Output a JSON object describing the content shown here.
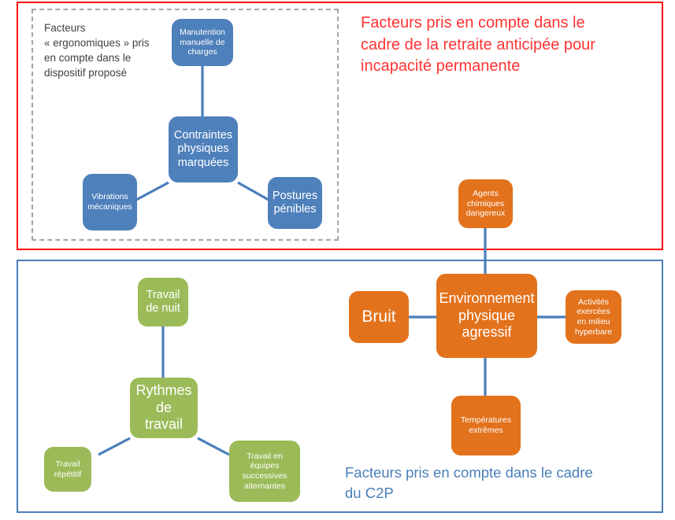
{
  "frames": {
    "top": {
      "name": "retraite-anticipee-frame",
      "border_color": "#FF0000",
      "caption": "Facteurs pris en compte dans le\ncadre de la retraite anticipée pour\nincapacité permanente",
      "caption_color": "#FF3333"
    },
    "bottom": {
      "name": "c2p-frame",
      "border_color": "#4A7EBB",
      "caption": "Facteurs pris en compte dans le cadre\ndu C2P",
      "caption_color": "#4A7EBB"
    },
    "dashed": {
      "name": "ergonomic-dashed-box",
      "border_color": "#A6A6A6",
      "caption": "Facteurs\n« ergonomiques » pris\nen compte dans le\ndispositif proposé",
      "caption_color": "#404040"
    }
  },
  "palette": {
    "blue": "#4E80BB",
    "orange": "#E3721C",
    "green": "#9BBB59",
    "connector": "#4A7EBB",
    "red": "#FF0000"
  },
  "clusters": [
    {
      "id": "contraintes-physiques",
      "color": "blue",
      "center_label": "Contraintes\nphysiques\nmarquées",
      "leaves": [
        "Manutention\nmanuelle de\ncharges",
        "Vibrations\nmécaniques",
        "Postures\npénibles"
      ]
    },
    {
      "id": "environnement-physique-agressif",
      "color": "orange",
      "center_label": "Environnement\nphysique\nagressif",
      "leaves": [
        "Agents\nchimiques\ndangereux",
        "Bruit",
        "Activités\nexercées\nen milieu\nhyperbare",
        "Températures\nextrêmes"
      ]
    },
    {
      "id": "rythmes-de-travail",
      "color": "green",
      "center_label": "Rythmes\nde\ntravail",
      "leaves": [
        "Travail\nde nuit",
        "Travail\nrépétitif",
        "Travail en\néquipes\nsuccessives\nalternantes"
      ]
    }
  ],
  "nodes": {
    "manutention": "Manutention\nmanuelle de\ncharges",
    "contraintes": "Contraintes\nphysiques\nmarquées",
    "vibrations": "Vibrations\nmécaniques",
    "postures": "Postures\npénibles",
    "agents_chimiques": "Agents\nchimiques\ndangereux",
    "bruit": "Bruit",
    "environnement": "Environnement\nphysique\nagressif",
    "hyperbare": "Activités\nexercées\nen milieu\nhyperbare",
    "temperatures": "Températures\nextrêmes",
    "travail_nuit": "Travail\nde nuit",
    "rythmes": "Rythmes\nde\ntravail",
    "travail_repetitif": "Travail\nrépétitif",
    "equipes": "Travail en\néquipes\nsuccessives\nalternantes"
  }
}
